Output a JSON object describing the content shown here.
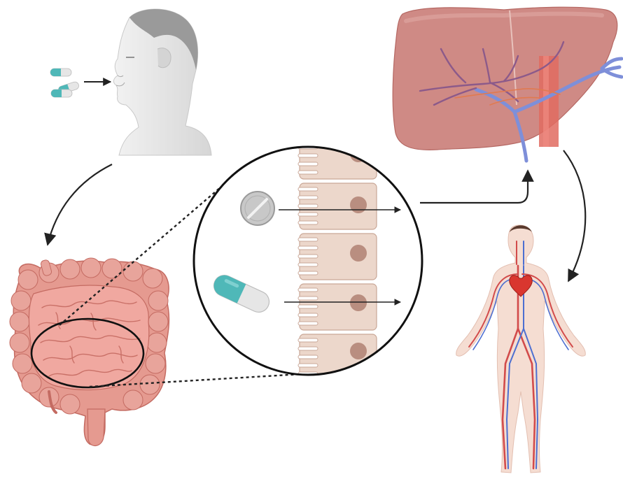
{
  "diagram": {
    "kind": "oral drug absorption pathway",
    "stages": [
      {
        "id": "ingestion",
        "icon": "person-head-icon"
      },
      {
        "id": "intestine",
        "icon": "intestines-icon"
      },
      {
        "id": "absorption",
        "icon": "epithelium-cells-icon"
      },
      {
        "id": "liver",
        "icon": "liver-icon"
      },
      {
        "id": "systemic-circulation",
        "icon": "human-body-circulation-icon"
      }
    ],
    "drugs": [
      {
        "form": "tablet",
        "icon": "tablet-icon"
      },
      {
        "form": "capsule",
        "icon": "capsule-icon"
      }
    ],
    "flow": [
      "ingestion",
      "intestine",
      "absorption",
      "liver",
      "systemic-circulation"
    ]
  },
  "colors": {
    "skin": "#e8e8e8",
    "skin_shade": "#c9c9c9",
    "intestine": "#e59a90",
    "intestine_dark": "#c46b62",
    "liver": "#cf8a85",
    "liver_dark": "#b56863",
    "vein_blue": "#7e8fd9",
    "artery_red": "#d24b4b",
    "cell_fill": "#ecd7cb",
    "nucleus": "#b98e80",
    "capsule_teal": "#4fb8b8",
    "capsule_white": "#e6e6e6",
    "tablet_grey": "#c8c8c8",
    "arrow": "#222222"
  }
}
